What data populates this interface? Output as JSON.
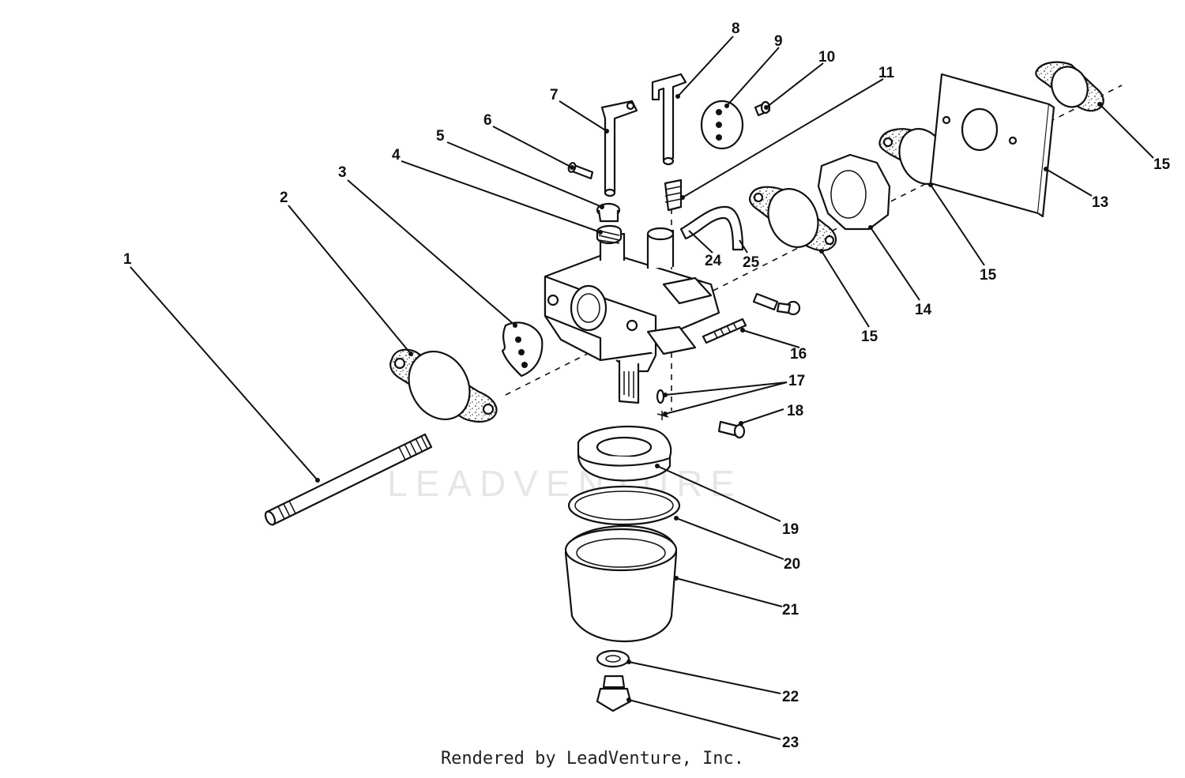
{
  "watermark": "LEADVENTURE",
  "credit": "Rendered by LeadVenture, Inc.",
  "colors": {
    "ink": "#111111",
    "background": "#ffffff",
    "watermark": "#e6e6e6"
  },
  "callouts": [
    {
      "id": "1",
      "label": "1"
    },
    {
      "id": "2",
      "label": "2"
    },
    {
      "id": "3",
      "label": "3"
    },
    {
      "id": "4",
      "label": "4"
    },
    {
      "id": "5",
      "label": "5"
    },
    {
      "id": "6",
      "label": "6"
    },
    {
      "id": "7",
      "label": "7"
    },
    {
      "id": "8",
      "label": "8"
    },
    {
      "id": "9",
      "label": "9"
    },
    {
      "id": "10",
      "label": "10"
    },
    {
      "id": "11",
      "label": "11"
    },
    {
      "id": "13",
      "label": "13"
    },
    {
      "id": "14",
      "label": "14"
    },
    {
      "id": "15a",
      "label": "15"
    },
    {
      "id": "15b",
      "label": "15"
    },
    {
      "id": "15c",
      "label": "15"
    },
    {
      "id": "16",
      "label": "16"
    },
    {
      "id": "17",
      "label": "17"
    },
    {
      "id": "18",
      "label": "18"
    },
    {
      "id": "19",
      "label": "19"
    },
    {
      "id": "20",
      "label": "20"
    },
    {
      "id": "21",
      "label": "21"
    },
    {
      "id": "22",
      "label": "22"
    },
    {
      "id": "23",
      "label": "23"
    },
    {
      "id": "24",
      "label": "24"
    },
    {
      "id": "25",
      "label": "25"
    }
  ]
}
